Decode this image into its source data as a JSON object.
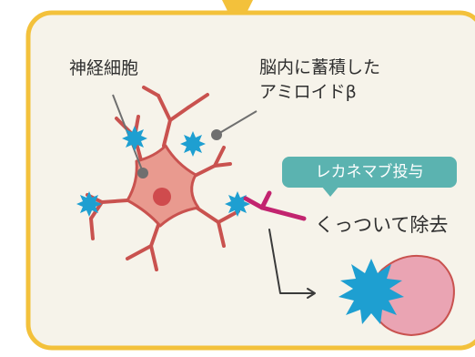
{
  "labels": {
    "neuron": "神経細胞",
    "amyloid_line1": "脳内に蓄積した",
    "amyloid_line2": "アミロイドβ",
    "drug_bubble": "レカネマブ投与",
    "remove": "くっついて除去"
  },
  "colors": {
    "panel_bg": "#f6f3ea",
    "panel_border": "#f3c13b",
    "neuron_fill": "#e99a8f",
    "neuron_stroke": "#c9524f",
    "nucleus": "#cf4b4d",
    "amyloid": "#1e9fd1",
    "antibody": "#c2246f",
    "bubble": "#5bb3b0",
    "removed_cell": "#eaa4b3"
  },
  "icons": [
    "amyloid-beta-particle-icon",
    "antibody-icon",
    "arrow-icon"
  ]
}
